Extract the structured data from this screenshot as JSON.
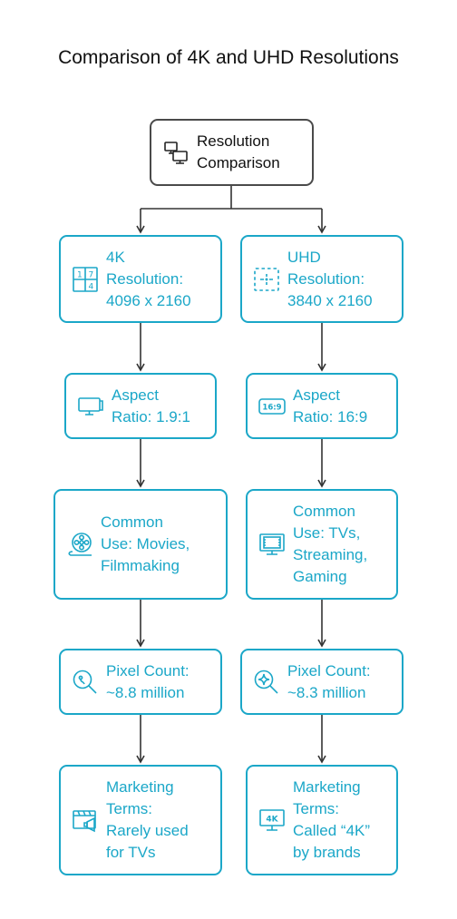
{
  "title": "Comparison of 4K and UHD Resolutions",
  "root": {
    "label": "Resolution\nComparison",
    "icon": "monitors-icon"
  },
  "left": [
    {
      "label": "4K\nResolution:\n4096 x 2160",
      "icon": "grid-numbers-icon"
    },
    {
      "label": "Aspect\nRatio: 1.9:1",
      "icon": "widescreen-monitor-icon"
    },
    {
      "label": "Common\nUse: Movies,\nFilmmaking",
      "icon": "film-reel-icon"
    },
    {
      "label": "Pixel Count:\n~8.8 million",
      "icon": "magnifier-icon"
    },
    {
      "label": "Marketing\nTerms:\nRarely used\nfor TVs",
      "icon": "clapperboard-megaphone-icon"
    }
  ],
  "right": [
    {
      "label": "UHD\nResolution:\n3840 x 2160",
      "icon": "dashed-frame-icon"
    },
    {
      "label": "Aspect\nRatio: 16:9",
      "icon": "ratio-16-9-icon"
    },
    {
      "label": "Common\nUse: TVs,\nStreaming,\nGaming",
      "icon": "tv-film-icon"
    },
    {
      "label": "Pixel Count:\n~8.3 million",
      "icon": "sparkle-magnifier-icon"
    },
    {
      "label": "Marketing\nTerms:\nCalled “4K”\nby brands",
      "icon": "4k-monitor-icon"
    }
  ],
  "icon_labels": {
    "ratio": "16:9",
    "tv4k": "4K",
    "grid": [
      "1",
      "7",
      "4"
    ]
  },
  "colors": {
    "accent": "#1ba7c8",
    "root_border": "#4a4a4a",
    "connector": "#333333"
  }
}
